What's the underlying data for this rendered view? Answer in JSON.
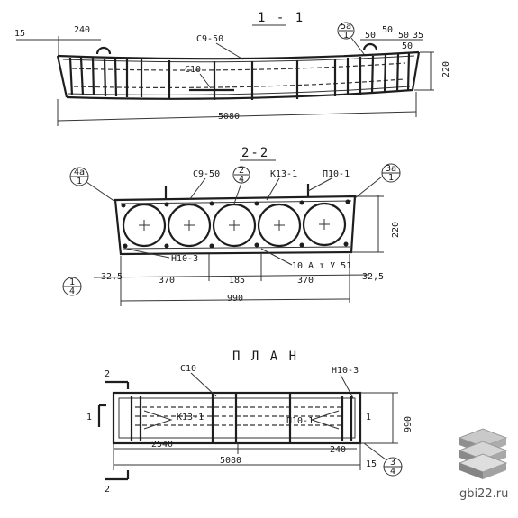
{
  "section_1": {
    "title": "1 - 1",
    "dim_left_15": "15",
    "dim_240": "240",
    "mark_c9": "C9-50",
    "mark_c10": "C10",
    "callout_top": "5a",
    "callout_bottom": "1",
    "dim_50a": "50",
    "dim_50b": "50",
    "dim_50c": "50",
    "dim_35": "35",
    "dim_50d": "50",
    "height": "220",
    "length": "5080"
  },
  "section_2": {
    "title": "2-2",
    "callout_left_top": "4a",
    "callout_left_bottom": "1",
    "mark_c9": "C9-50",
    "callout_mid_top": "2",
    "callout_mid_bottom": "4",
    "mark_k13": "K13-1",
    "mark_p10": "П10-1",
    "callout_right_top": "3a",
    "callout_right_bottom": "1",
    "height": "220",
    "mark_n10": "Н10-3",
    "mark_10a": "10 А т У 51",
    "callout_low_top": "1",
    "callout_low_bottom": "4",
    "dim_32_5_left": "32,5",
    "dim_370_left": "370",
    "dim_185": "185",
    "dim_370_right": "370",
    "dim_32_5_right": "32,5",
    "width": "990"
  },
  "plan": {
    "title": "П Л А Н",
    "cut_2_top": "2",
    "cut_1_left": "1",
    "cut_1_right": "1",
    "mark_c10": "C10",
    "mark_n10": "Н10-3",
    "mark_k13": "K13-1",
    "mark_p10": "П10-1",
    "width": "990",
    "dim_2540": "2540",
    "dim_240": "240",
    "length": "5080",
    "dim_15": "15",
    "callout_top": "3",
    "callout_bottom": "4",
    "cut_2_bottom": "2"
  },
  "watermark": {
    "text": "gbi22.ru"
  }
}
